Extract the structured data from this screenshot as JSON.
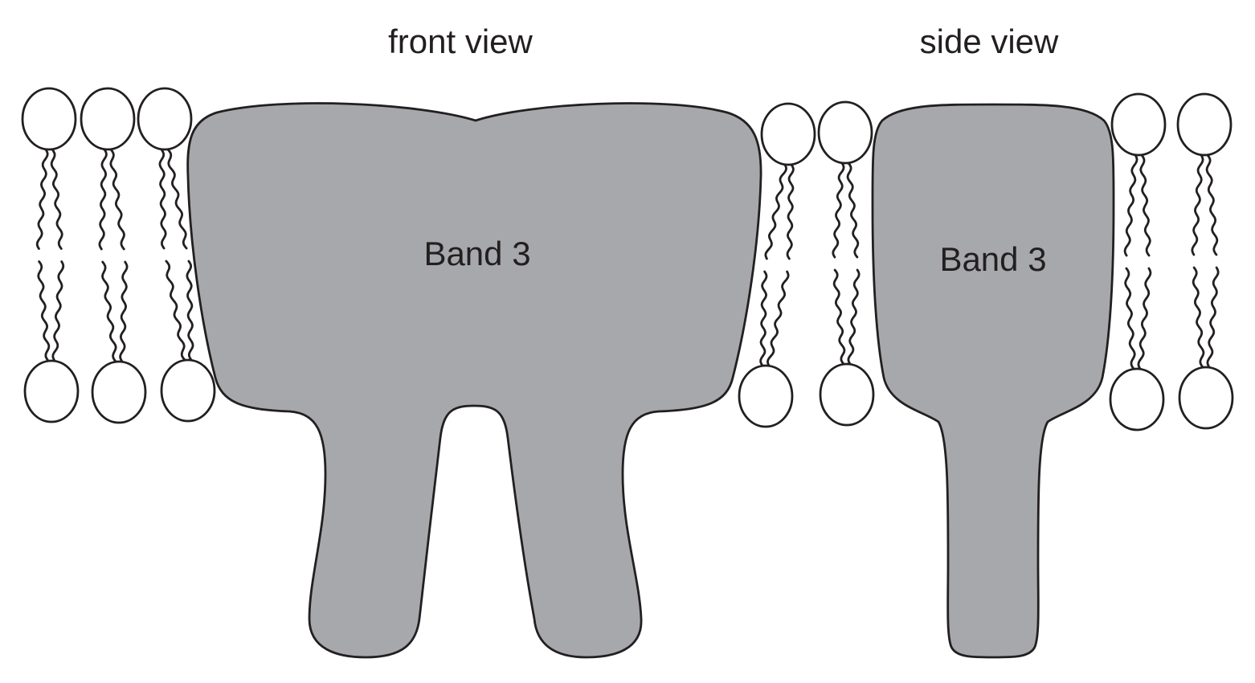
{
  "titles": {
    "front_view": "front view",
    "side_view": "side view"
  },
  "labels": {
    "front_protein": "Band 3",
    "side_protein": "Band 3"
  },
  "colors": {
    "protein_fill": "#a7a8ab",
    "outline": "#231f20",
    "head_fill": "#ffffff",
    "background": "#ffffff"
  }
}
